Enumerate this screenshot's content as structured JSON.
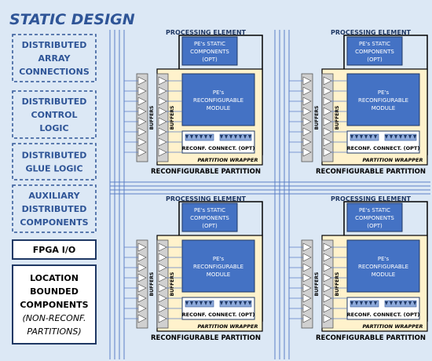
{
  "title": "STATIC DESIGN",
  "legend": [
    {
      "lines": [
        "DISTRIBUTED",
        "ARRAY",
        "CONNECTIONS"
      ],
      "border": "dashed"
    },
    {
      "lines": [
        "DISTRIBUTED",
        "CONTROL",
        "LOGIC"
      ],
      "border": "dashed"
    },
    {
      "lines": [
        "DISTRIBUTED",
        "GLUE LOGIC"
      ],
      "border": "dashed"
    },
    {
      "lines": [
        "AUXILIARY",
        "DISTRIBUTED",
        "COMPONENTS"
      ],
      "border": "dashed"
    },
    {
      "lines": [
        "FPGA I/O"
      ],
      "border": "solid"
    },
    {
      "lines": [
        "LOCATION",
        "BOUNDED",
        "COMPONENTS",
        "(NON-RECONF.",
        "PARTITIONS)"
      ],
      "border": "solid"
    }
  ],
  "tile": {
    "processing_element": "PROCESSING ELEMENT",
    "static_components": [
      "PE's STATIC",
      "COMPONENTS",
      "(OPT)"
    ],
    "reconfigurable_module": [
      "PE's",
      "RECONFIGURABLE",
      "MODULE"
    ],
    "buffers": "BUFFERS",
    "reconf_connect": "RECONF. CONNECT. (OPT)",
    "partition_wrapper": "PARTITION WRAPPER",
    "reconfigurable_partition": "RECONFIGURABLE PARTITION"
  },
  "colors": {
    "background": "#dce8f5",
    "title": "#2f5597",
    "legend_text": "#2f5597",
    "module_fill": "#4472c4",
    "wrapper_fill": "#fff2cc",
    "buffer_fill": "#d0d0d0",
    "wire": "#5b7fc7"
  }
}
